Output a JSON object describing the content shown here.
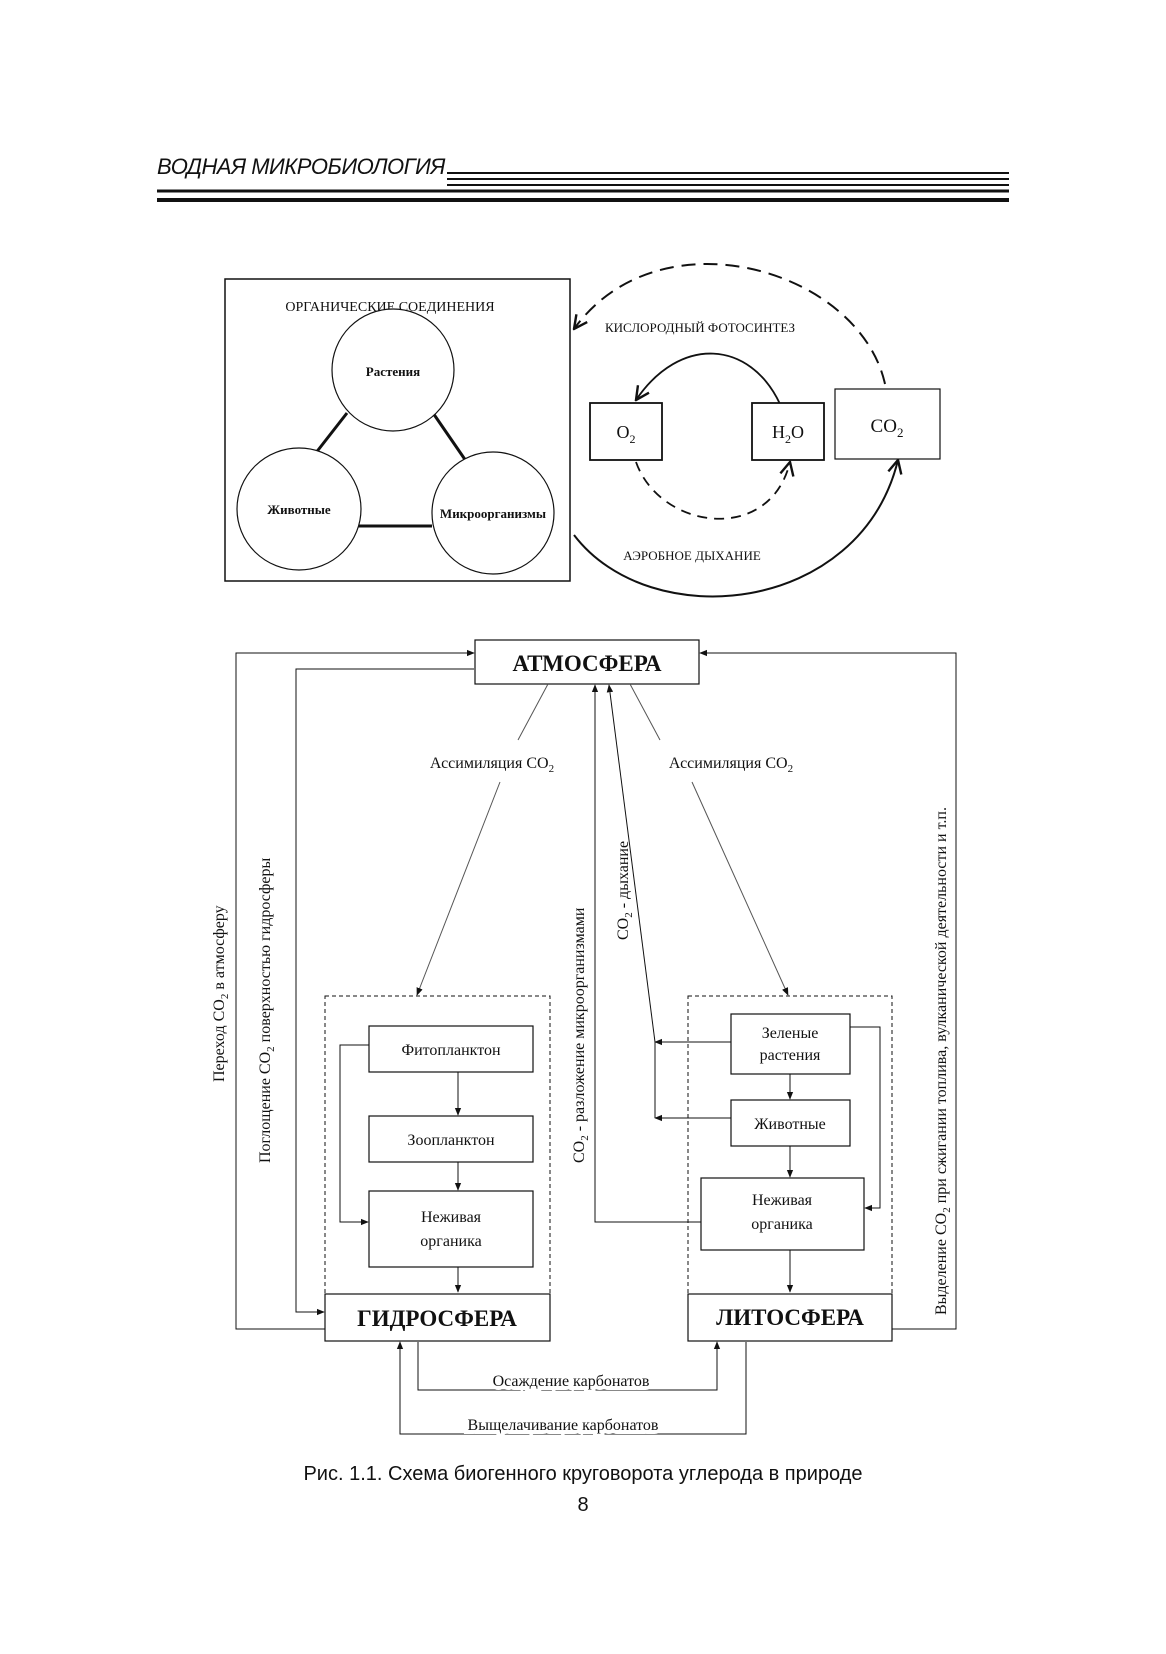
{
  "header": {
    "title": "ВОДНАЯ МИКРОБИОЛОГИЯ"
  },
  "top_diagram": {
    "box_title": "ОРГАНИЧЕСКИЕ СОЕДИНЕНИЯ",
    "plants": "Растения",
    "animals": "Животные",
    "microorganisms": "Микроорганизмы",
    "photosynthesis": "КИСЛОРОДНЫЙ ФОТОСИНТЕЗ",
    "o2": "O",
    "o2_sub": "2",
    "h2o_h": "H",
    "h2o_sub": "2",
    "h2o_o": "O",
    "co2": "CO",
    "co2_sub": "2",
    "respiration": "АЭРОБНОЕ ДЫХАНИЕ"
  },
  "bottom_diagram": {
    "atmosphere": "АТМОСФЕРА",
    "assimilation_text": "Ассимиляция CO",
    "assimilation_sub": "2",
    "hydrosphere": "ГИДРОСФЕРА",
    "lithosphere": "ЛИТОСФЕРА",
    "phytoplankton": "Фитопланктон",
    "zooplankton": "Зоопланктон",
    "dead_organic_line1": "Неживая",
    "dead_organic_line2": "органика",
    "green_plants_line1": "Зеленые",
    "green_plants_line2": "растения",
    "animals": "Животные",
    "transfer_a": "Переход  CO",
    "transfer_sub": "2",
    "transfer_b": " в атмосферу",
    "absorption_a": "Поглощение  CO",
    "absorption_sub": "2",
    "absorption_b": " поверхностью гидросферы",
    "decomposition_a": "CO",
    "decomposition_sub": "2",
    "decomposition_b": " - разложение микроорганизмами",
    "respiration_a": "CO",
    "respiration_sub": "2",
    "respiration_b": " - дыхание",
    "emission_a": "Выделение  CO",
    "emission_sub": "2",
    "emission_b": " при сжигании топлива, вулканической деятельности и т.п.",
    "sedimentation": "Осаждение карбонатов",
    "leaching": "Выщелачивание карбонатов"
  },
  "caption": "Рис. 1.1. Схема биогенного круговорота углерода в природе",
  "page_number": "8"
}
